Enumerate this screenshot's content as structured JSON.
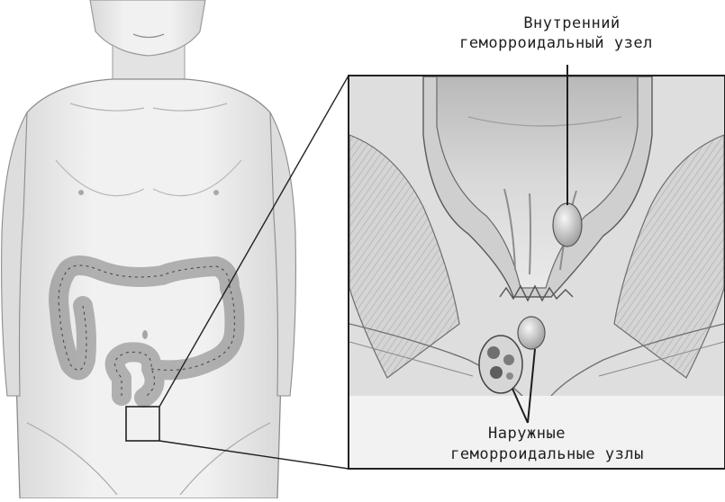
{
  "labels": {
    "internal": {
      "line1": "Внутренний",
      "line2": "геморроидальный узел"
    },
    "external": {
      "line1": "Наружные",
      "line2": "геморроидальные узлы"
    }
  },
  "colors": {
    "background": "#ffffff",
    "line": "#2a2a2a",
    "skin": "#e9e9e9",
    "colon": "#8a8a8a",
    "tissue": "#c9c9c9"
  }
}
